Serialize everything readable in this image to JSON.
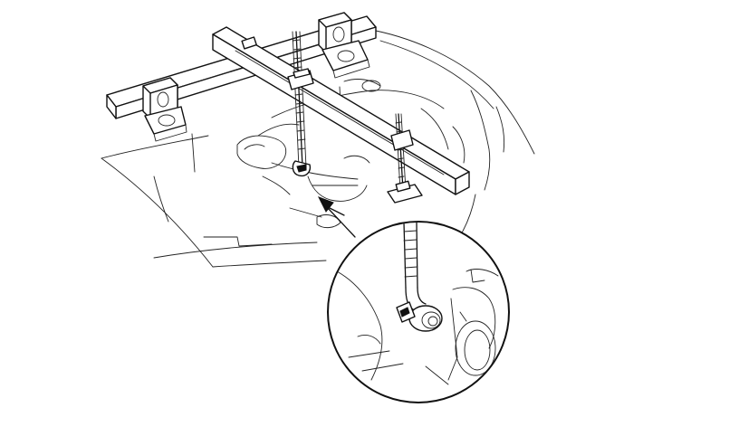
{
  "figure": {
    "ink_color": "#111111",
    "paper_color": "#ffffff",
    "components": [
      "engine-support-beam",
      "cross-beam",
      "fender-mount-left",
      "fender-mount-right",
      "hook-rod-long",
      "hook-rod-short",
      "detail-callout-circle",
      "callout-arrow"
    ]
  }
}
